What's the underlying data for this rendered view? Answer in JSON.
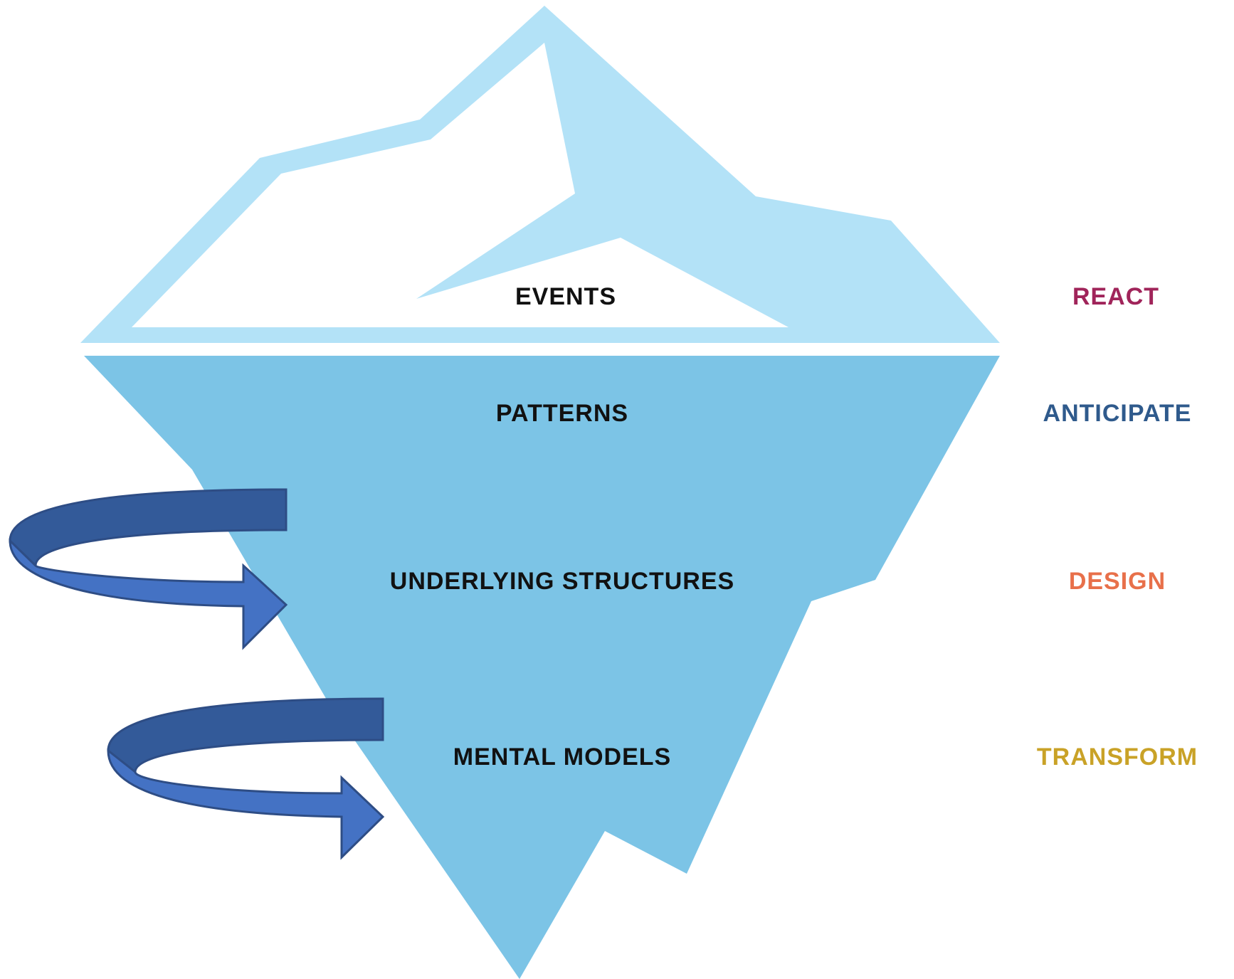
{
  "levels": [
    {
      "label": "EVENTS",
      "action": "REACT",
      "action_color": "#A0245A"
    },
    {
      "label": "PATTERNS",
      "action": "ANTICIPATE",
      "action_color": "#2F5A8C"
    },
    {
      "label": "UNDERLYING STRUCTURES",
      "action": "DESIGN",
      "action_color": "#E8704A"
    },
    {
      "label": "MENTAL MODELS",
      "action": "TRANSFORM",
      "action_color": "#C9A227"
    }
  ],
  "colors": {
    "iceberg_tip_outline": "#B3E2F7",
    "iceberg_tip_fill": "#FFFFFF",
    "iceberg_underwater": "#7CC4E6",
    "arrow_front": "#4472C4",
    "arrow_back": "#335A99",
    "arrow_stroke": "#2E4D85"
  },
  "icons": [
    "curved-arrow-icon",
    "curved-arrow-icon"
  ]
}
